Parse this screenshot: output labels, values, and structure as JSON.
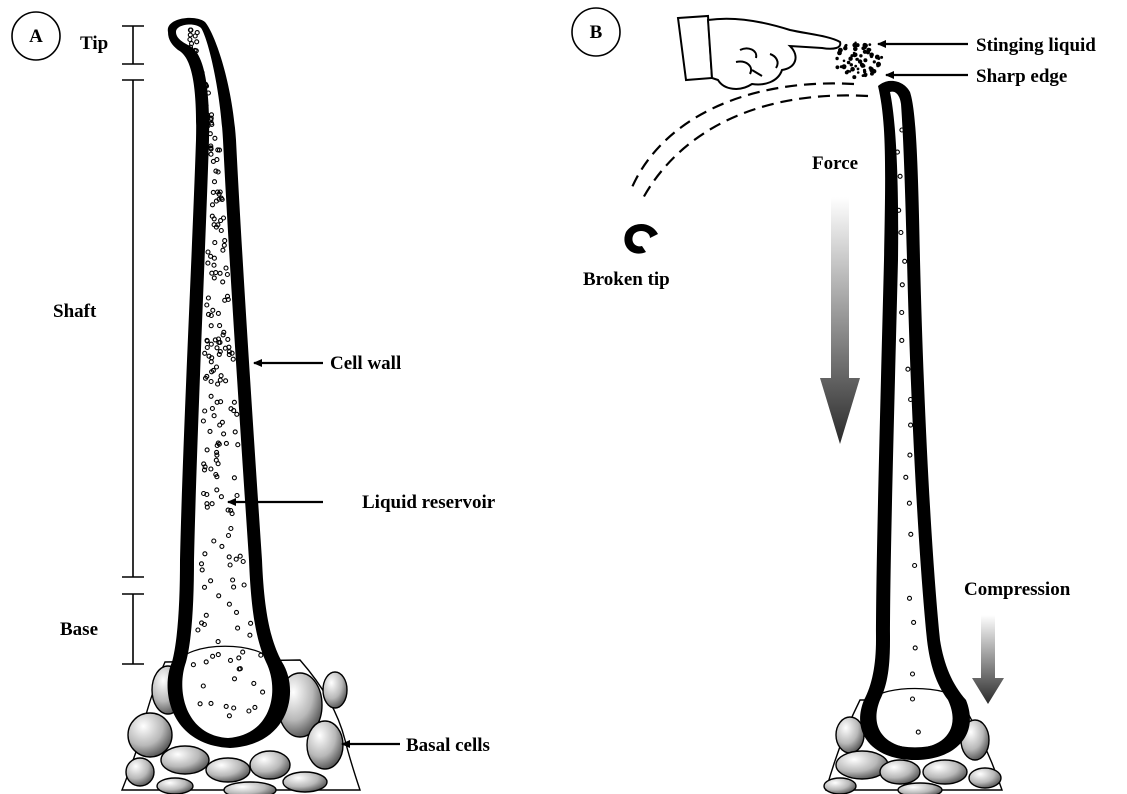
{
  "panel_a": {
    "badge": "A",
    "regions": {
      "tip": "Tip",
      "shaft": "Shaft",
      "base": "Base"
    },
    "callouts": {
      "cell_wall": "Cell wall",
      "liquid_reservoir": "Liquid reservoir",
      "basal_cells": "Basal cells"
    }
  },
  "panel_b": {
    "badge": "B",
    "callouts": {
      "stinging_liquid": "Stinging liquid",
      "sharp_edge": "Sharp edge",
      "broken_tip": "Broken tip",
      "force": "Force",
      "compression": "Compression"
    }
  },
  "colors": {
    "ink": "#000000",
    "cell_fill_dark": "#5a5a5a",
    "cell_fill_light": "#d9d9d9",
    "background": "#ffffff"
  }
}
